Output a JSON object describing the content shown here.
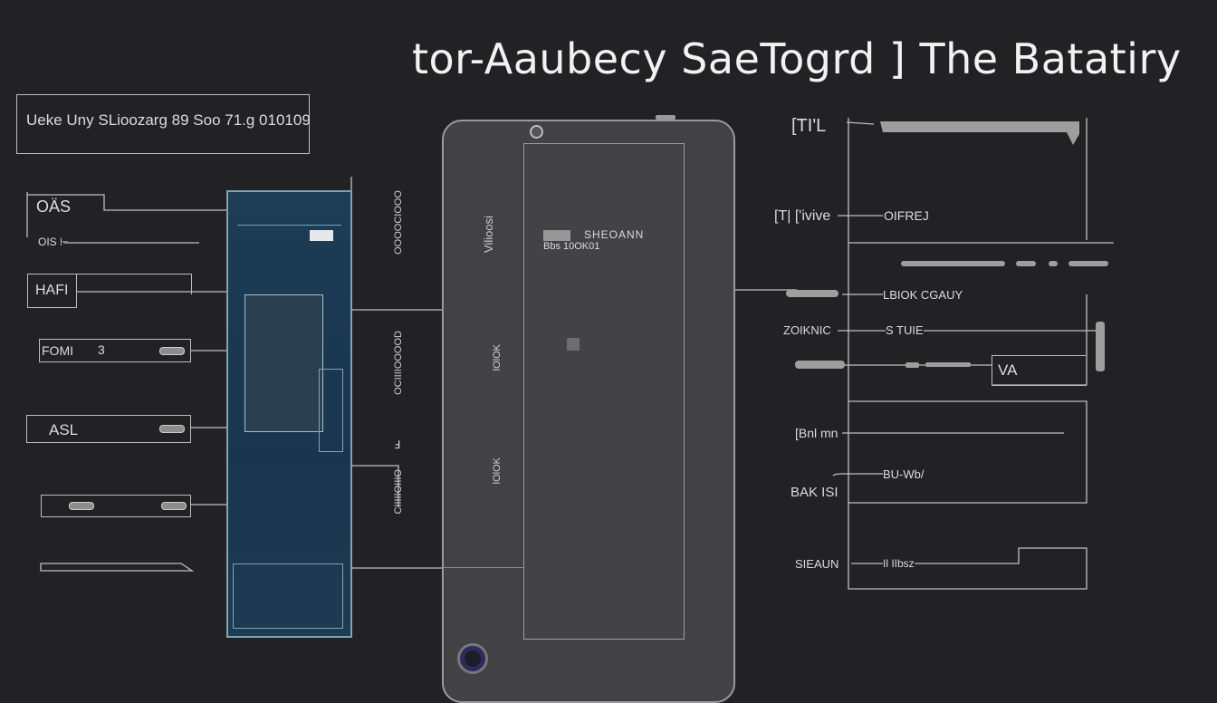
{
  "title": "tor-Aaubecy SaeTogrd ]  The Batatiry",
  "caption_box": "Ueke Uny SLioozarg 89 Soo 71.g 010109",
  "left_labels": {
    "top1": "OÄS",
    "top2": "OIS ⊢",
    "mafi": "HAFI",
    "fomi": "FOMI",
    "fomi_num": "3",
    "asl": "ASL"
  },
  "phone": {
    "brand_top": "SHEOANN",
    "brand_bottom": "Bbs 10OK01",
    "side_text_1": "Vilioosi",
    "side_text_2": "lOlOK",
    "side_text_3": "lOlOK"
  },
  "mid_vertical": [
    "OOOOCIOOO",
    "OCIIIIOOOOD",
    "Ⅎ",
    "CIIIIIOIIIO"
  ],
  "right_labels": {
    "r1": "[TI'L",
    "r2": "[T| ['ivive",
    "r2_value": "OIFREJ",
    "r3_value": "LBIOK CGAUY",
    "r4": "ZOIKNIC",
    "r4_value": "S TUIE",
    "r5_box": "VA",
    "r6": "[Bnl mn",
    "r7_value": "BU-Wb/",
    "r7": "BAK ISI",
    "r8": "SIEAUN",
    "r8_value": "Il IIbsz"
  },
  "colors": {
    "background": "#222224",
    "phone_body": "#424246",
    "battery_blue": "#1d3c55",
    "battery_outline": "#7aa6b5"
  }
}
